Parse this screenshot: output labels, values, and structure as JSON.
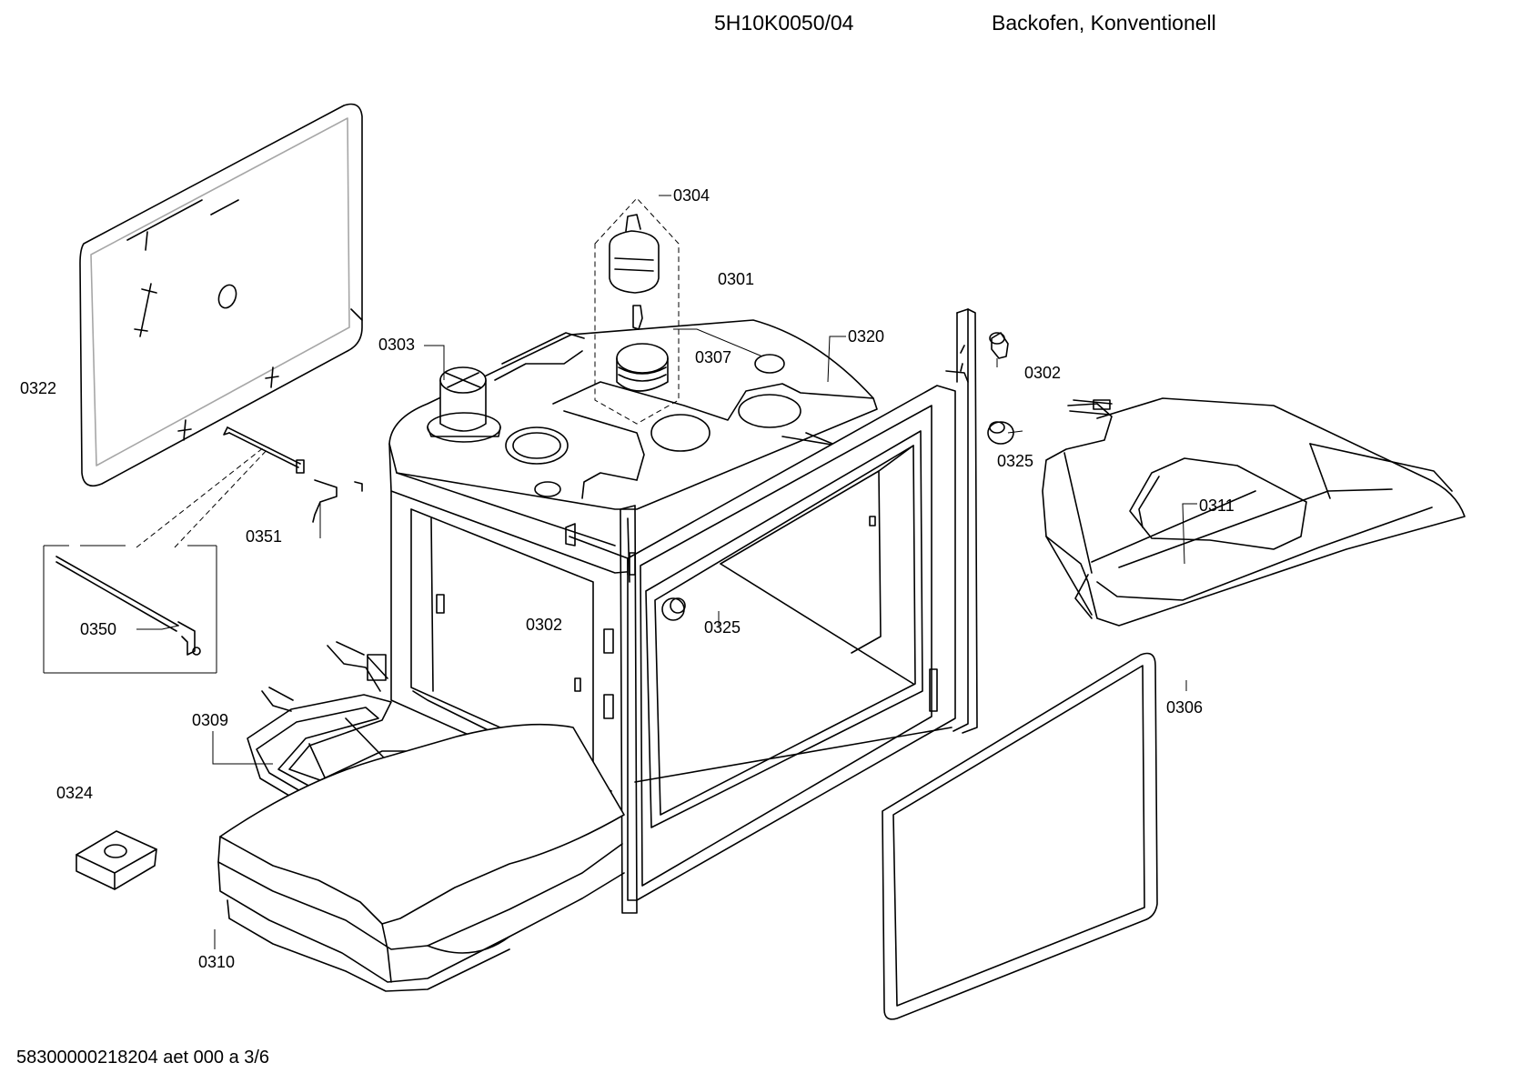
{
  "header": {
    "model": "5H10K0050/04",
    "description": "Backofen, Konventionell"
  },
  "footer": {
    "reference": "58300000218204 aet 000 a 3/6"
  },
  "callouts": {
    "c0304": "0304",
    "c0301": "0301",
    "c0303": "0303",
    "c0320": "0320",
    "c0307": "0307",
    "c0302a": "0302",
    "c0322": "0322",
    "c0325a": "0325",
    "c0311": "0311",
    "c0351": "0351",
    "c0350": "0350",
    "c0302b": "0302",
    "c0325b": "0325",
    "c0306": "0306",
    "c0309": "0309",
    "c0324": "0324",
    "c0310": "0310"
  }
}
